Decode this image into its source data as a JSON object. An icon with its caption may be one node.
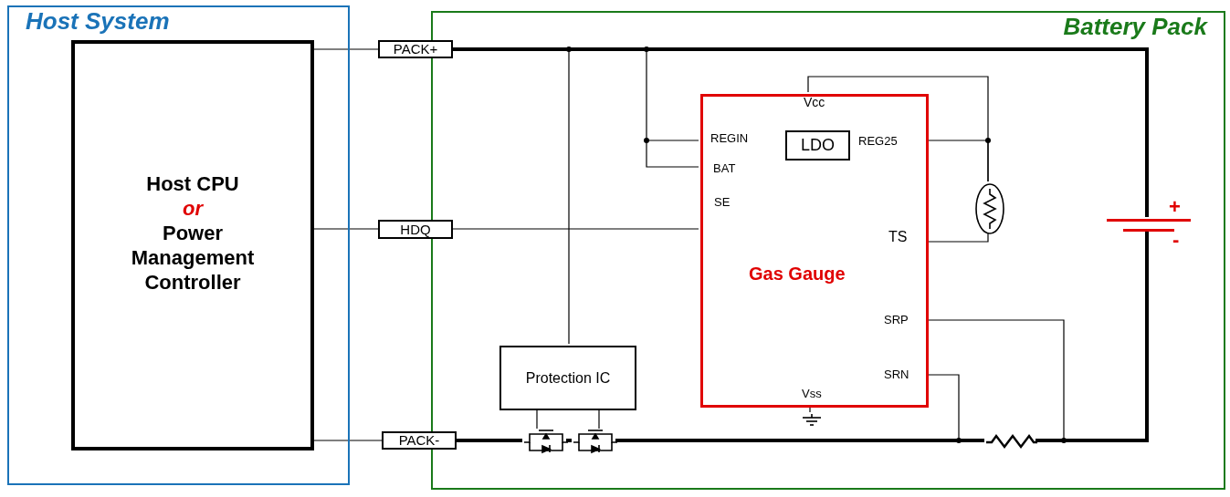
{
  "diagram": {
    "nodes": [
      {
        "text": [
          "Host System"
        ]
      },
      {
        "text": [
          "Host CPU",
          "or",
          "Power Management Controller"
        ],
        "in": 0
      },
      {
        "text": [
          "Battery Pack"
        ]
      },
      {
        "text": [
          "PACK+"
        ]
      },
      {
        "text": [
          "Gas Gauge"
        ],
        "in": 2
      },
      {
        "text": [
          "LDO"
        ],
        "in": 4
      },
      {
        "text": [],
        "shape": "thermistor",
        "in": 2
      },
      {
        "text": [],
        "shape": "battery",
        "in": 2,
        "beside": [
          "+",
          "-"
        ]
      },
      {
        "text": [
          "HDQ"
        ]
      },
      {
        "text": [
          "Protection IC"
        ],
        "in": 2
      },
      {
        "text": [],
        "shape": "ground",
        "in": 2
      },
      {
        "text": [
          "PACK-"
        ]
      },
      {
        "text": [],
        "shape": "transistor",
        "in": 2
      },
      {
        "text": [],
        "shape": "transistor",
        "in": 2
      },
      {
        "text": [],
        "shape": "resistor",
        "in": 2
      }
    ],
    "edges": [
      {
        "from": 1,
        "to": 3,
        "arrow": "none"
      },
      {
        "from": 1,
        "to": 8,
        "arrow": "none"
      },
      {
        "from": 1,
        "to": 11,
        "arrow": "none"
      },
      {
        "from": 3,
        "to": 7,
        "arrow": "none",
        "style": "thick"
      },
      {
        "from": 3,
        "to": 9,
        "arrow": "none"
      },
      {
        "from": 3,
        "to": 4,
        "arrow": "none"
      },
      {
        "from": 4,
        "to": 6,
        "arrow": "none"
      },
      {
        "from": 4,
        "to": 6,
        "arrow": "none"
      },
      {
        "from": 4,
        "to": 6,
        "arrow": "none"
      },
      {
        "from": 8,
        "to": 4,
        "arrow": "none"
      },
      {
        "from": 9,
        "to": 12,
        "arrow": "none"
      },
      {
        "from": 9,
        "to": 13,
        "arrow": "none"
      },
      {
        "from": 11,
        "to": 12,
        "arrow": "none",
        "style": "thick"
      },
      {
        "from": 12,
        "to": 13,
        "arrow": "none",
        "style": "thick"
      },
      {
        "from": 13,
        "to": 14,
        "arrow": "none",
        "style": "thick"
      },
      {
        "from": 4,
        "to": 14,
        "arrow": "none"
      },
      {
        "from": 4,
        "to": 14,
        "arrow": "none"
      },
      {
        "from": 14,
        "to": 7,
        "arrow": "none",
        "style": "thick"
      },
      {
        "from": 4,
        "to": 10,
        "arrow": "none"
      }
    ],
    "labels": [
      "Vcc",
      "REGIN",
      "REG25",
      "BAT",
      "SE",
      "TS",
      "SRP",
      "SRN",
      "Vss"
    ]
  }
}
